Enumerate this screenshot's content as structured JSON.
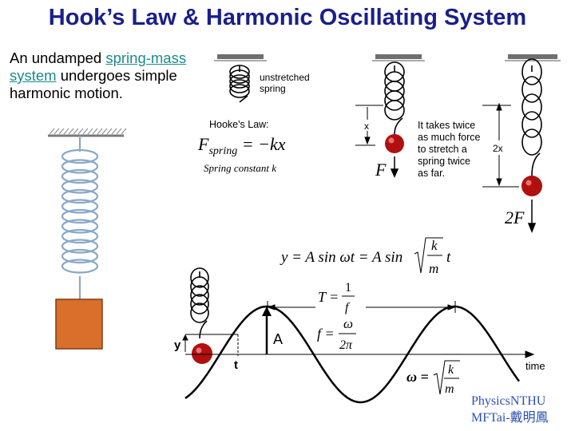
{
  "title": "Hook’s Law & Harmonic Oscillating System",
  "intro": {
    "before_link": "An undamped ",
    "link_text": "spring-mass system",
    "after_link": " undergoes simple harmonic motion."
  },
  "hooke_panel": {
    "unstretched_line1": "unstretched",
    "unstretched_line2": "spring",
    "law_heading": "Hooke's Law:",
    "eq_F": "F",
    "eq_sub": "spring",
    "eq_rhs": " = −kx",
    "spring_constant": "Spring constant k",
    "x_label": "x",
    "force_F": "F",
    "note_lines": [
      "It takes twice",
      "as much force",
      "to stretch a",
      "spring twice",
      "as far."
    ],
    "twox_label": "2x",
    "force_2F": "2F"
  },
  "motion_panel": {
    "eq_left": "y = A sin ωt = A sin",
    "eq_frac_num": "k",
    "eq_frac_den": "m",
    "eq_t": "t",
    "T_label": "T =",
    "T_num": "1",
    "T_den": "f",
    "f_label": "f =",
    "f_num": "ω",
    "f_den": "2π",
    "omega_label": "ω =",
    "omega_num": "k",
    "omega_den": "m",
    "A_label": "A",
    "y_label": "y",
    "t_label": "t",
    "time_label": "time"
  },
  "credit": {
    "line1": "PhysicsNTHU",
    "line2": "MFTai-戴明鳳"
  },
  "colors": {
    "title": "#1a1f8c",
    "link": "#1a8a8a",
    "spring_blue": "#8aa8c8",
    "mass_orange": "#d96f2a",
    "ball_red": "#b01010",
    "credit": "#2a4fb0"
  }
}
